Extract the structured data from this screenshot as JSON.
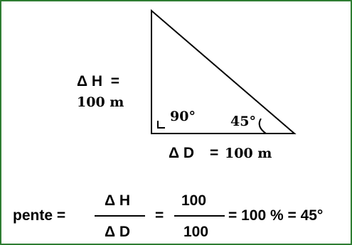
{
  "colors": {
    "border": "#2e7d32",
    "stroke": "#000000",
    "background": "#ffffff"
  },
  "delta_h": {
    "label": "Δ H  =",
    "value": "100 m"
  },
  "delta_d": {
    "label": "Δ D",
    "equals": "=",
    "value": "100 m"
  },
  "angles": {
    "right": "90°",
    "acute": "45°"
  },
  "formula": {
    "lhs": "pente =",
    "frac1_num": "Δ H",
    "frac1_den": "Δ D",
    "eq1": "=",
    "frac2_num": "100",
    "frac2_den": "100",
    "result": "= 100 % = 45°"
  }
}
